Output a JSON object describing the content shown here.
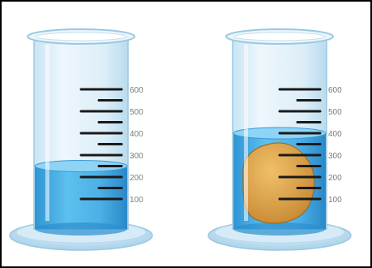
{
  "figure": {
    "border_color": "#000000",
    "glass_color": "#dbeef8",
    "glass_edge_color": "#9bc8e0",
    "water_color": "#4fb3e8",
    "water_dark_color": "#2b8fcf",
    "tick_color": "#1a1a1a",
    "label_color": "#7a7a7a",
    "object_color": "#d9a24a",
    "object_outline_color": "#a06a1e"
  },
  "cylinders": [
    {
      "name": "cylinder-without-object",
      "scale_labels": [
        "600",
        "500",
        "400",
        "300",
        "200",
        "100"
      ],
      "water_level": 250,
      "has_object": false
    },
    {
      "name": "cylinder-with-object",
      "scale_labels": [
        "600",
        "500",
        "400",
        "300",
        "200",
        "100"
      ],
      "water_level": 400,
      "has_object": true
    }
  ]
}
